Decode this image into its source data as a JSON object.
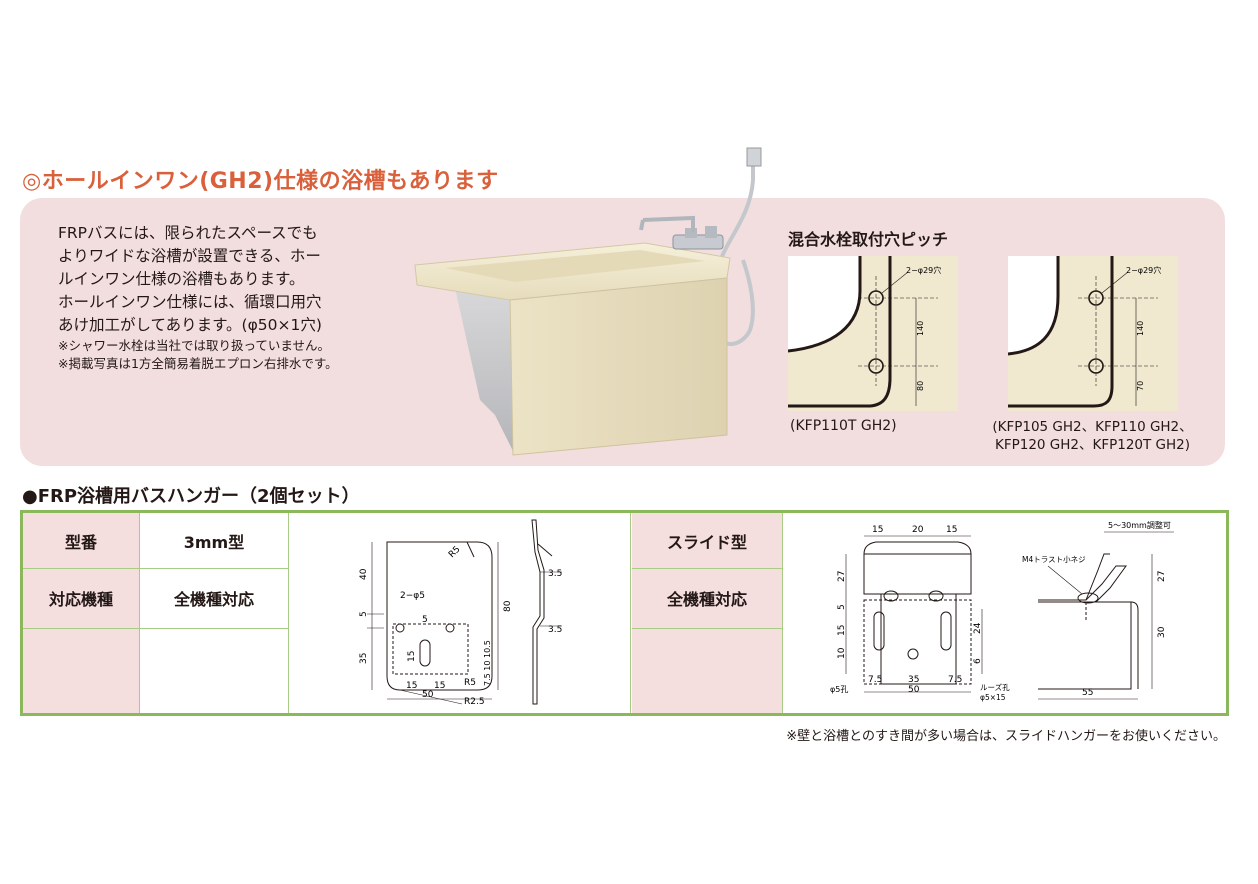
{
  "section": {
    "title": "◎ホールインワン(GH2)仕様の浴槽もあります",
    "description_lines": [
      "FRPバスには、限られたスペースでも",
      "よりワイドな浴槽が設置できる、ホー",
      "ルインワン仕様の浴槽もあります。",
      "ホールインワン仕様には、循環口用穴",
      "あけ加工がしてあります。(φ50×1穴)"
    ],
    "notes": [
      "※シャワー水栓は当社では取り扱っていません。",
      "※掲載写真は1方全簡易着脱エプロン右排水です。"
    ]
  },
  "faucet_pitch": {
    "title": "混合水栓取付穴ピッチ",
    "diagram1": {
      "hole_label": "2−φ29穴",
      "dim_pitch": "140",
      "dim_bottom": "80",
      "caption": "(KFP110T GH2)"
    },
    "diagram2": {
      "hole_label": "2−φ29穴",
      "dim_pitch": "140",
      "dim_bottom": "70",
      "caption_lines": [
        "(KFP105 GH2、KFP110 GH2、",
        "KFP120 GH2、KFP120T GH2)"
      ]
    }
  },
  "hanger": {
    "title": "●FRP浴槽用バスハンガー（2個セット）",
    "row_labels": {
      "model": "型番",
      "compat": "対応機種"
    },
    "type_3mm": {
      "name": "3mm型",
      "compat": "全機種対応"
    },
    "type_slide": {
      "name": "スライド型",
      "compat": "全機種対応"
    },
    "drawing_3mm": {
      "dims": [
        "40",
        "5",
        "35",
        "80",
        "2−φ5",
        "5",
        "R5",
        "15",
        "7.5 10 10.5",
        "15",
        "15",
        "50",
        "R5",
        "R2.5",
        "3.5",
        "3.5"
      ]
    },
    "drawing_slide": {
      "top_dims": [
        "15",
        "20",
        "15"
      ],
      "left_dims": [
        "27",
        "5",
        "15",
        "10"
      ],
      "bottom_dims": [
        "7.5",
        "35",
        "7.5",
        "50"
      ],
      "labels": [
        "φ5孔",
        "ルーズ孔",
        "φ5×15",
        "24",
        "6"
      ],
      "side_dims": [
        "5〜30mm調整可",
        "M4トラスト小ネジ",
        "27",
        "30",
        "55"
      ]
    }
  },
  "footnote": "※壁と浴槽とのすき間が多い場合は、スライドハンガーをお使いください。",
  "colors": {
    "accent": "#d9603b",
    "panel": "#f2dede",
    "table_border": "#8ab85a",
    "cream": "#f0e8cf"
  }
}
